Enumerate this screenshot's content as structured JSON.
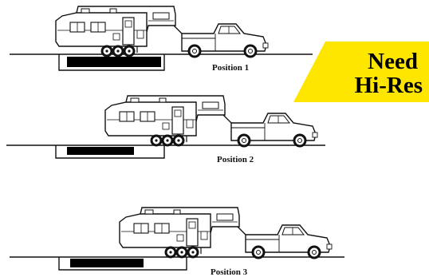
{
  "positions": [
    {
      "label": "Position 1"
    },
    {
      "label": "Position 2"
    },
    {
      "label": "Position 3"
    }
  ],
  "badge": {
    "line1": "Need",
    "line2": "Hi-Res",
    "color": "#ffe600"
  },
  "colors": {
    "ink": "#111111",
    "pit": "#000000",
    "paper": "#ffffff"
  }
}
